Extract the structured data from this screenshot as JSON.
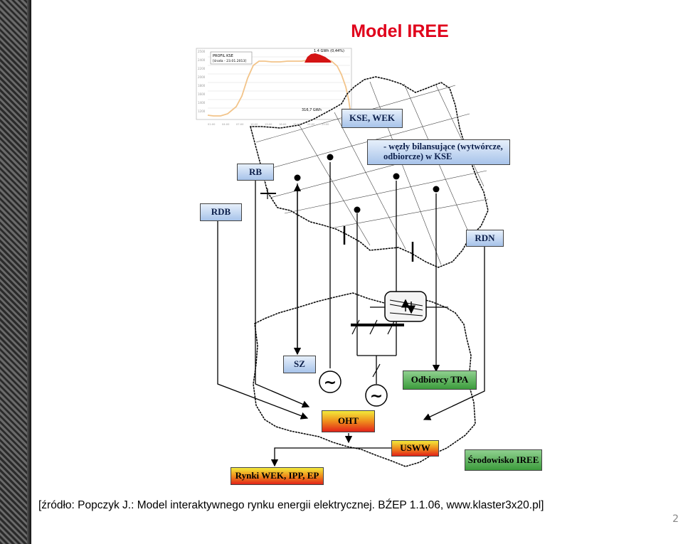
{
  "title": "Model IREE",
  "chart": {
    "legend_line1": "PROFIL KSE",
    "legend_line2": "[środa - 23.01.2013]",
    "peak_label": "1.4 GWh (0,44%)",
    "base_label": "316,7 GWh"
  },
  "boxes": {
    "kse_wek": "KSE, WEK",
    "legend_nodes": "- węzły bilansujące (wytwórcze, odbiorcze) w KSE",
    "rb": "RB",
    "rdb": "RDB",
    "rdn": "RDN",
    "sz": "SZ",
    "odbiorcy": "Odbiorcy TPA",
    "oht": "OHT",
    "usww": "USWW",
    "srodowisko": "Środowisko IREE",
    "rynki": "Rynki WEK, IPP, EP"
  },
  "generator_symbol": "~",
  "source": "[źródło: Popczyk J.: Model interaktywnego rynku energii elektrycznej. BŹEP 1.1.06, www.klaster3x20.pl]",
  "page_number": "2",
  "colors": {
    "title": "#e0001b",
    "box_blue": "#a7c3ea",
    "box_green": "#3c9c3c",
    "box_red": "#e2231a",
    "box_yellow": "#f3ea3a"
  }
}
